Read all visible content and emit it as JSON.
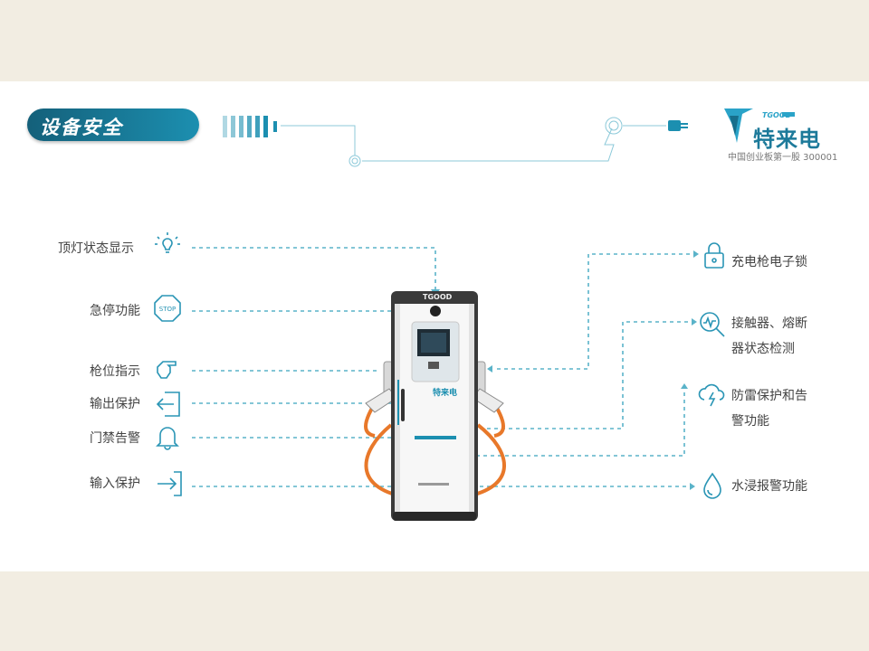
{
  "header": {
    "title": "设备安全",
    "brand_mark": "TGOOD",
    "brand_name": "特来电",
    "brand_tagline": "中国创业板第一股 300001"
  },
  "charger": {
    "top_label": "TGOOD",
    "screen_brand": "特来电"
  },
  "left_features": [
    {
      "label": "顶灯状态显示",
      "icon": "bulb-icon"
    },
    {
      "label": "急停功能",
      "icon": "stop-sign-icon"
    },
    {
      "label": "枪位指示",
      "icon": "pointing-hand-icon"
    },
    {
      "label": "输出保护",
      "icon": "arrow-out-icon"
    },
    {
      "label": "门禁告警",
      "icon": "bell-icon"
    },
    {
      "label": "输入保护",
      "icon": "arrow-in-icon"
    }
  ],
  "right_features": [
    {
      "label": "充电枪电子锁",
      "icon": "lock-icon"
    },
    {
      "label": "接触器、熔断器状态检测",
      "line1": "接触器、熔断",
      "line2": "器状态检测",
      "icon": "magnifier-wave-icon"
    },
    {
      "label": "防雷保护和告警功能",
      "line1": "防雷保护和告",
      "line2": "警功能",
      "icon": "lightning-cloud-icon"
    },
    {
      "label": "水浸报警功能",
      "icon": "water-drop-icon"
    }
  ],
  "colors": {
    "accent": "#1c8fb0",
    "line": "#5ab3c9",
    "icon": "#2a95b5",
    "cable": "#e8782a"
  }
}
